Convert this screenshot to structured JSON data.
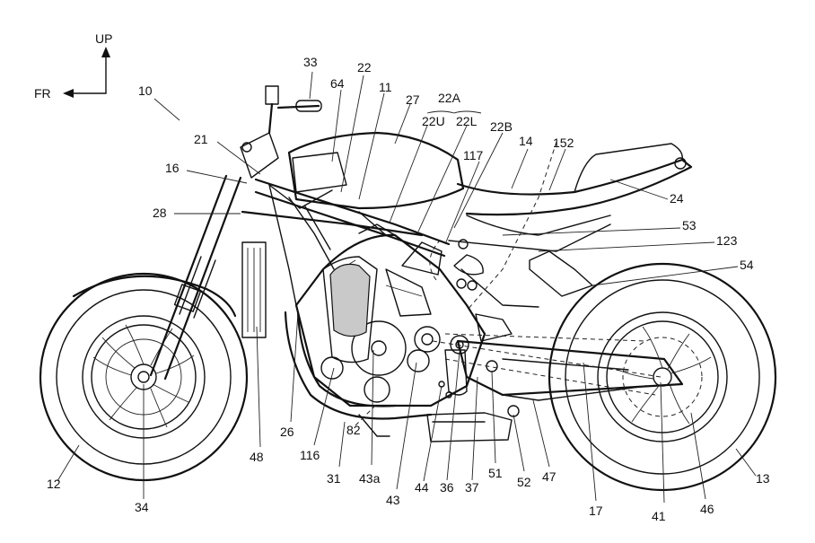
{
  "orientation": {
    "up": "UP",
    "front": "FR"
  },
  "colors": {
    "line": "#111111",
    "background": "#ffffff",
    "shade": "#c9c9c9"
  },
  "labels": {
    "l10": "10",
    "l11": "11",
    "l12": "12",
    "l13": "13",
    "l14": "14",
    "l16": "16",
    "l17": "17",
    "l21": "21",
    "l22": "22",
    "l22A": "22A",
    "l22U": "22U",
    "l22L": "22L",
    "l22B": "22B",
    "l24": "24",
    "l26": "26",
    "l27": "27",
    "l28": "28",
    "l31": "31",
    "l33": "33",
    "l34": "34",
    "l36": "36",
    "l37": "37",
    "l41": "41",
    "l43": "43",
    "l43a": "43a",
    "l44": "44",
    "l46": "46",
    "l47": "47",
    "l48": "48",
    "l51": "51",
    "l52": "52",
    "l53": "53",
    "l54": "54",
    "l64": "64",
    "l82": "82",
    "l116": "116",
    "l117": "117",
    "l123": "123",
    "l152": "152"
  }
}
